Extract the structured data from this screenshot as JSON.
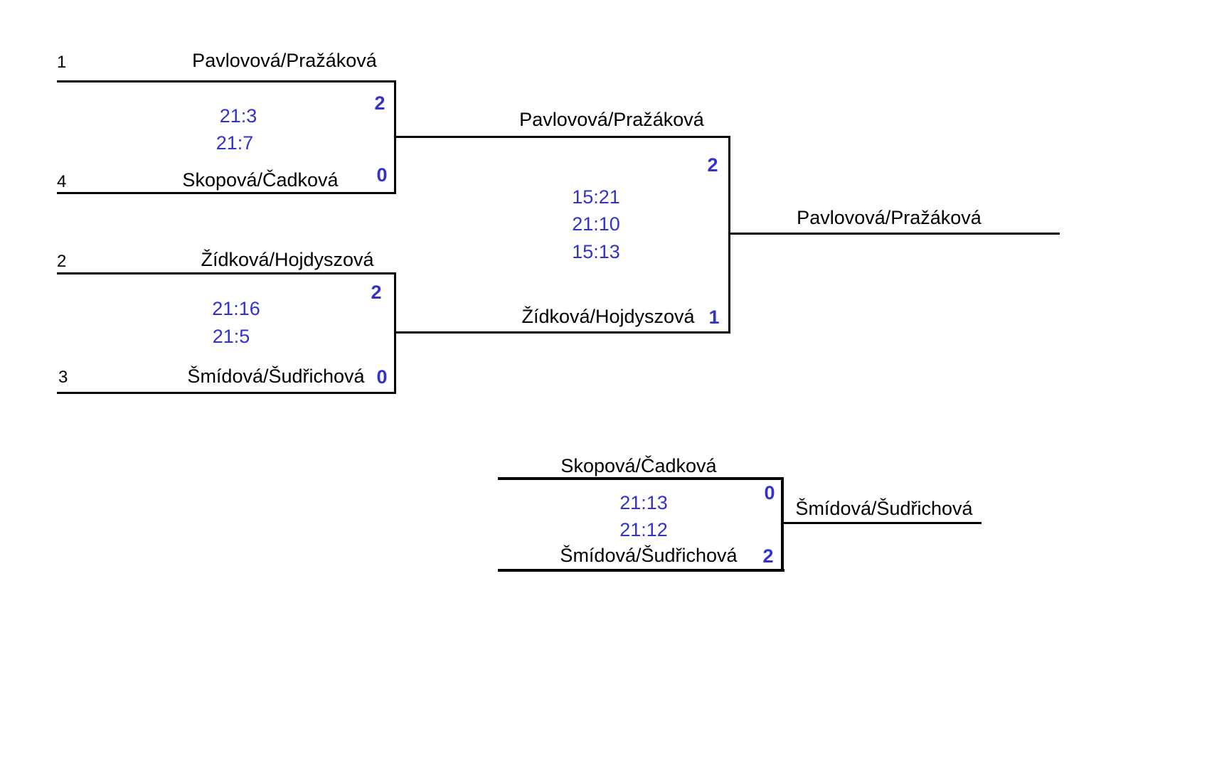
{
  "colors": {
    "score": "#3333CC",
    "line": "#000000",
    "text": "#000000"
  },
  "bracket": {
    "semifinal1": {
      "seed_top": "1",
      "team_top": "Pavlovová/Pražáková",
      "score_top": "2",
      "sets": [
        "21:3",
        "21:7"
      ],
      "seed_bottom": "4",
      "team_bottom": "Skopová/Čadková",
      "score_bottom": "0"
    },
    "semifinal2": {
      "seed_top": "2",
      "team_top": "Žídková/Hojdyszová",
      "score_top": "2",
      "sets": [
        "21:16",
        "21:5"
      ],
      "seed_bottom": "3",
      "team_bottom": "Šmídová/Šudřichová",
      "score_bottom": "0"
    },
    "final": {
      "team_top": "Pavlovová/Pražáková",
      "score_top": "2",
      "sets": [
        "15:21",
        "21:10",
        "15:13"
      ],
      "team_bottom": "Žídková/Hojdyszová",
      "score_bottom": "1",
      "winner": "Pavlovová/Pražáková"
    },
    "third_place": {
      "team_top": "Skopová/Čadková",
      "score_top": "0",
      "sets": [
        "21:13",
        "21:12"
      ],
      "team_bottom": "Šmídová/Šudřichová",
      "score_bottom": "2",
      "winner": "Šmídová/Šudřichová"
    }
  }
}
